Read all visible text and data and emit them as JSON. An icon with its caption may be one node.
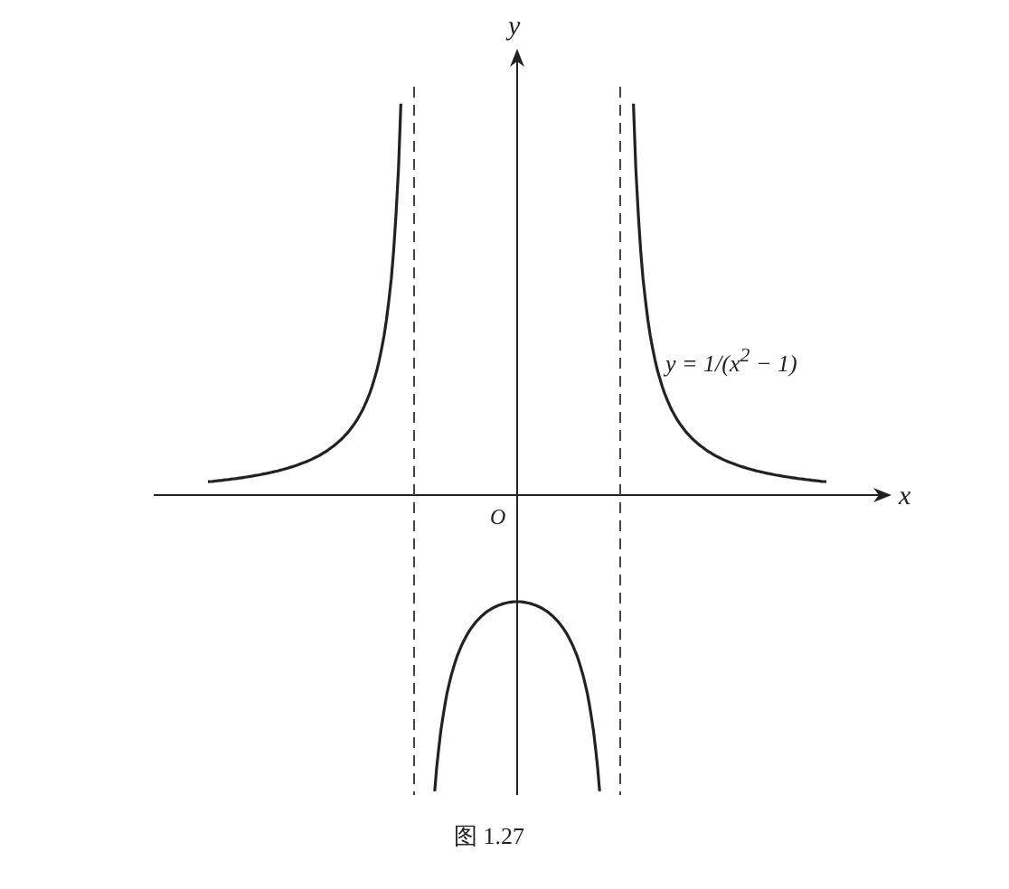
{
  "diagram": {
    "caption": "图 1.27",
    "labels": [
      "y",
      "y = 1/(x$^{2}$ − 1)",
      "x",
      "O"
    ]
  }
}
